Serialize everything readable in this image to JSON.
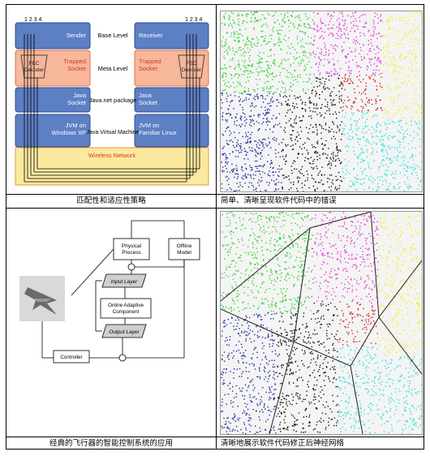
{
  "captions": {
    "top_left": "匹配性和适应性策略",
    "top_right": "简单、清晰呈现软件代码中的错误",
    "bottom_left": "经典的飞行器的智能控制系统的应用",
    "bottom_right": "清晰地展示软件代码修正后神经网络"
  },
  "arch": {
    "left_header": "1 2 3 4",
    "right_header": "1 2 3 4",
    "left_boxes": [
      "Sender",
      "FEC\nDecoder",
      "Trapped\nSocket",
      "Java\nSocket",
      "JVM on\nWindows XP"
    ],
    "mid_labels": [
      "Base Level",
      "Meta Level",
      "Java.net package",
      "Java Virtual Machine"
    ],
    "right_boxes": [
      "Receiver",
      "Trapped\nSocket",
      "FEC\nDecoder",
      "Java\nSocket",
      "JVM on\nFamiliar Linux"
    ],
    "network": "Wireless Network",
    "colors": {
      "box": "#5d7fc4",
      "trap": "#f7b79a",
      "net": "#fbe9a0",
      "text_red": "#d23a1e"
    }
  },
  "control": {
    "physical": "Physical\nProcess",
    "offline": "Offline\nModel",
    "input": "Input Layer",
    "adaptive": "Online Adaptive\nComponent",
    "output": "Output Layer",
    "controller": "Controller"
  },
  "scatter_colors": [
    "#2fd42f",
    "#e33ad8",
    "#f5ef2a",
    "#1f2a9c",
    "#111111",
    "#d02323",
    "#2fe0e0"
  ]
}
